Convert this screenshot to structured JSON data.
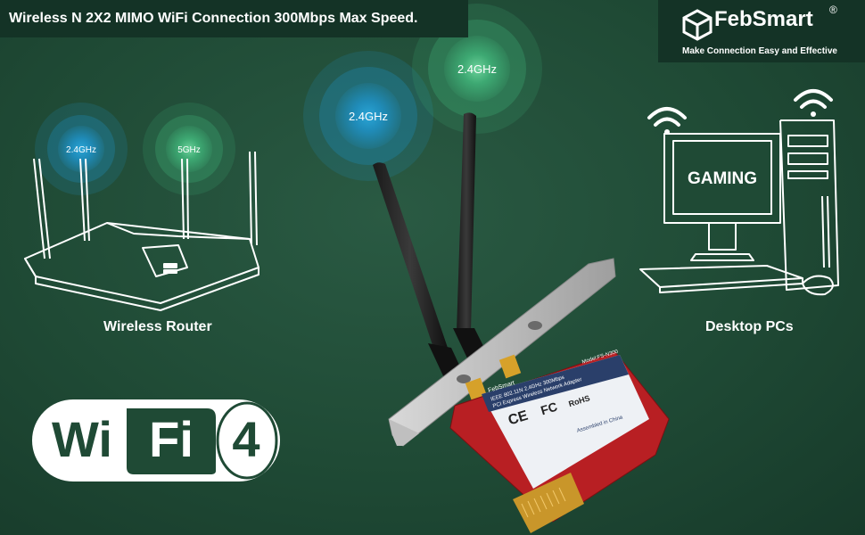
{
  "headline": "Wireless N 2X2 MIMO WiFi Connection 300Mbps Max Speed.",
  "brand": {
    "name": "FebSmart",
    "registered": "®",
    "tagline": "Make Connection Easy and Effective",
    "icon": "cube-logo-icon"
  },
  "router": {
    "label": "Wireless Router",
    "band_a": "2.4GHz",
    "band_b": "5GHz"
  },
  "antennas": {
    "left_band": "2.4GHz",
    "right_band": "2.4GHz"
  },
  "desktop": {
    "label": "Desktop PCs",
    "screen_text": "GAMING"
  },
  "wifi_badge": {
    "wi": "Wi",
    "fi": "Fi",
    "gen": "4"
  },
  "card": {
    "brand": "FebSmart",
    "line1": "IEEE 802.11N 2.4GHz 300Mbps",
    "line2": "PCI Express Wireless Network Adapter",
    "model": "Model:FS-N300",
    "ce": "CE",
    "fc": "FC",
    "rohs": "RoHS",
    "origin": "Assembled in China"
  },
  "colors": {
    "background": "#1f4a35",
    "band_24": "#2aa6d8",
    "band_5": "#43b17a",
    "card_pcb": "#c0282a",
    "card_label": "#2a3f6a"
  }
}
